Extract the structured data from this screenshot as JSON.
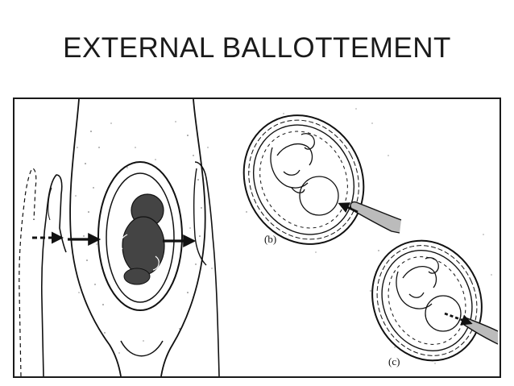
{
  "slide": {
    "title": "EXTERNAL BALLOTTEMENT"
  },
  "figure": {
    "panels": [
      {
        "label": "(b)"
      },
      {
        "label": "(c)"
      }
    ]
  },
  "colors": {
    "ink": "#111111",
    "fetus_fill": "#444444",
    "background": "#ffffff"
  }
}
